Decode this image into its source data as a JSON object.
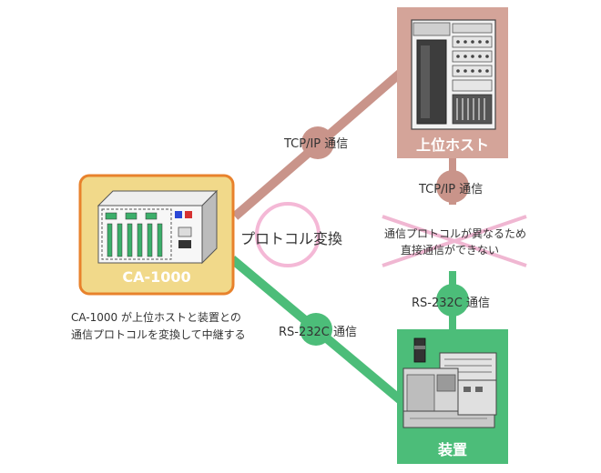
{
  "colors": {
    "tcp_line": "#c9948a",
    "rs232_line": "#4cbd79",
    "host_box": "#d4a499",
    "device_box": "#4cbd79",
    "ca_fill": "#f1d98a",
    "ca_border": "#e8822c",
    "cross": "#f0b7d2",
    "circle": "#f4b8d6"
  },
  "icons": {
    "host": "server-rack-icon",
    "device": "industrial-equipment-icon",
    "converter": "protocol-converter-icon"
  },
  "host": {
    "title": "上位ホスト"
  },
  "device": {
    "title": "装置"
  },
  "converter": {
    "title": "CA-1000",
    "description_line1": "CA-1000 が上位ホストと装置との",
    "description_line2": "通信プロトコルを変換して中継する"
  },
  "labels": {
    "tcp_left": "TCP/IP 通信",
    "tcp_right": "TCP/IP 通信",
    "rs232_left": "RS-232C 通信",
    "rs232_right": "RS-232C 通信",
    "protocol_conversion": "プロトコル変換",
    "mismatch_line1": "通信プロトコルが異なるため",
    "mismatch_line2": "直接通信ができない"
  }
}
